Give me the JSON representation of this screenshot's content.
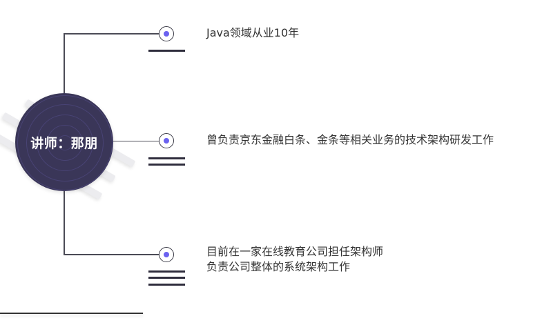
{
  "speaker": {
    "label": "讲师：那朋"
  },
  "items": [
    {
      "lines": [
        "Java领域从业10年"
      ]
    },
    {
      "lines": [
        "曾负责京东金融白条、金条等相关业务的技术架构研发工作"
      ]
    },
    {
      "lines": [
        "目前在一家在线教育公司担任架构师",
        "负责公司整体的系统架构工作"
      ]
    }
  ],
  "colors": {
    "circle": "#3a3658",
    "node_dot": "#6b62f0",
    "line": "#4a4a55",
    "bar": "#2e2c3c",
    "text": "#333333"
  }
}
